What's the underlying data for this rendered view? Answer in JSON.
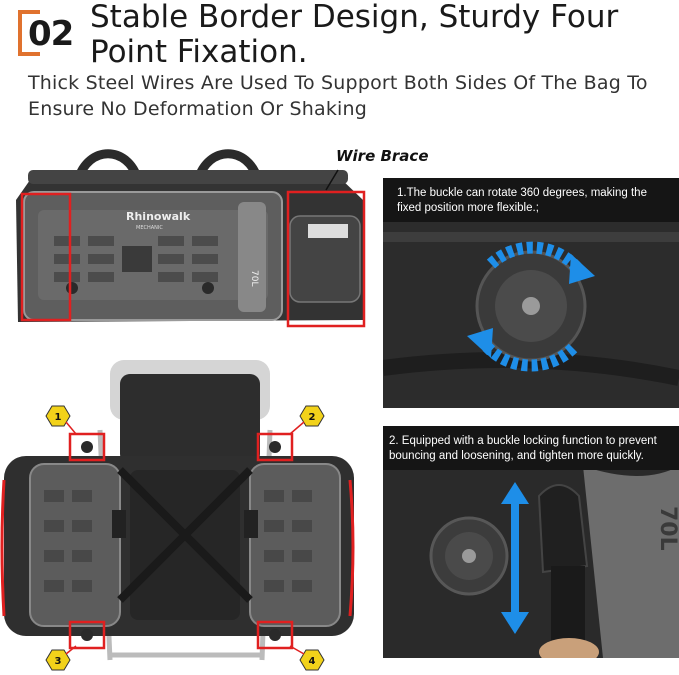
{
  "header": {
    "number": "02",
    "title": "Stable Border Design, Sturdy Four Point Fixation.",
    "subtitle": "Thick Steel Wires Are Used To Support Both Sides Of The Bag To Ensure No Deformation Or Shaking"
  },
  "bag_top": {
    "wire_label": "Wire Brace",
    "brand": "Rhinowalk",
    "sub_brand": "MECHANIC",
    "capacity": "70L"
  },
  "panel_1": {
    "caption": "1.The buckle can rotate 360 degrees, making the fixed position more flexible.;"
  },
  "panel_2": {
    "caption": "2. Equipped with a buckle locking function to prevent bouncing and loosening, and tighten more quickly.",
    "capacity": "70L"
  },
  "markers": [
    "1",
    "2",
    "3",
    "4"
  ],
  "colors": {
    "accent_orange": "#e0722e",
    "highlight_red": "#e02020",
    "arrow_blue": "#1e8ee8",
    "marker_yellow": "#f2d21a"
  }
}
